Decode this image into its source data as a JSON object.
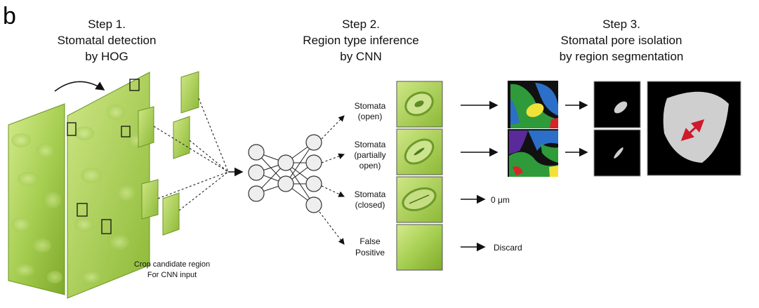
{
  "panel_label": "b",
  "steps": [
    {
      "line1": "Step 1.",
      "line2": "Stomatal detection",
      "line3": "by HOG"
    },
    {
      "line1": "Step 2.",
      "line2": "Region type inference",
      "line3": "by CNN"
    },
    {
      "line1": "Step 3.",
      "line2": "Stomatal pore isolation",
      "line3": "by region segmentation"
    }
  ],
  "crop_caption": {
    "line1": "Crop candidate region",
    "line2": "For CNN input"
  },
  "classes": [
    {
      "lines": [
        "Stomata",
        "(open)"
      ]
    },
    {
      "lines": [
        "Stomata",
        "(partially",
        "open)"
      ]
    },
    {
      "lines": [
        "Stomata",
        "(closed)"
      ]
    },
    {
      "lines": [
        "False",
        "Positive"
      ]
    }
  ],
  "outputs": {
    "closed": "0 μm",
    "false_positive": "Discard"
  },
  "colors": {
    "leaf_light": "#c6e07a",
    "leaf_dark": "#7fae2c",
    "pore_fill": "#cfcfcf",
    "measure_arrow": "#d0192a",
    "seg_green": "#2f9a3a",
    "seg_blue": "#2c6fc8",
    "seg_yellow": "#f1e23a",
    "seg_purple": "#5a2a9a",
    "seg_red": "#d8242a"
  }
}
